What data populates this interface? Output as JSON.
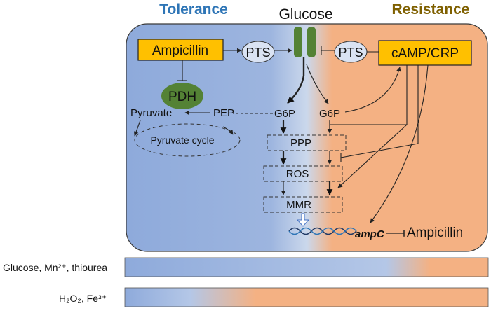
{
  "headings": {
    "left": "Tolerance",
    "center": "Glucose",
    "right": "Resistance"
  },
  "colors": {
    "tolerance_blue": "#8eaadb",
    "tolerance_blue_light": "#b4c7e7",
    "resistance_orange": "#f4b183",
    "box_gold": "#ffc000",
    "pdh_green": "#548235",
    "pts_blue": "#dae3f3",
    "channel_green": "#548235",
    "heading_blue": "#2e75b6",
    "heading_olive": "#7f6000"
  },
  "nodes": {
    "ampicillin_left": "Ampicillin",
    "pts_left": "PTS",
    "pts_right": "PTS",
    "camp_crp": "cAMP/CRP",
    "pdh": "PDH",
    "pyruvate": "Pyruvate",
    "pep": "PEP",
    "g6p_left": "G6P",
    "g6p_right": "G6P",
    "pyruvate_cycle": "Pyruvate cycle",
    "ppp": "PPP",
    "ros": "ROS",
    "mmr": "MMR",
    "ampc": "ampC",
    "ampicillin_right": "Ampicillin"
  },
  "bars": {
    "top_label": "Glucose, Mn²⁺, thiourea",
    "bottom_label": "H₂O₂, Fe³⁺"
  }
}
